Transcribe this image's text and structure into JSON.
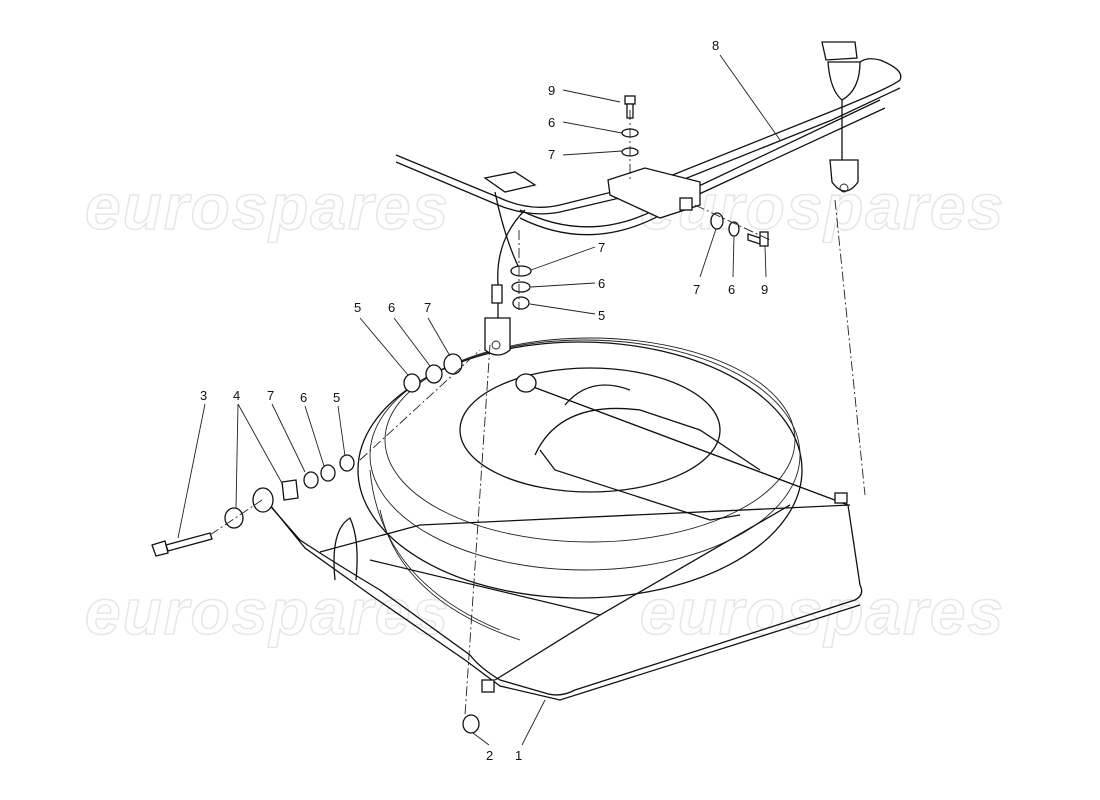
{
  "diagram": {
    "type": "exploded-parts-diagram",
    "watermark": "eurospares",
    "callouts": [
      "8",
      "9",
      "6",
      "7",
      "7",
      "6",
      "5",
      "7",
      "6",
      "9",
      "5",
      "6",
      "7",
      "3",
      "4",
      "7",
      "6",
      "5",
      "2",
      "1"
    ]
  }
}
